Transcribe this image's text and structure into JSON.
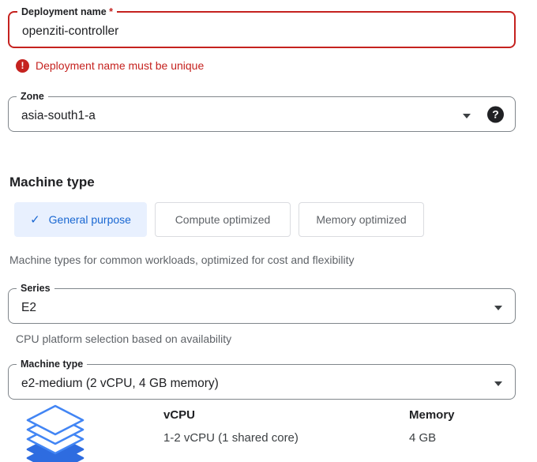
{
  "deployment_field": {
    "label": "Deployment name",
    "required_marker": "*",
    "value": "openziti-controller",
    "error_glyph": "!",
    "error_message": "Deployment name must be unique"
  },
  "zone_field": {
    "label": "Zone",
    "value": "asia-south1-a",
    "help_glyph": "?"
  },
  "machine_type_section": {
    "heading": "Machine type",
    "tabs": [
      {
        "label": "General purpose",
        "selected": true,
        "check_glyph": "✓"
      },
      {
        "label": "Compute optimized",
        "selected": false
      },
      {
        "label": "Memory optimized",
        "selected": false
      }
    ],
    "description": "Machine types for common workloads, optimized for cost and flexibility",
    "series_field": {
      "label": "Series",
      "value": "E2"
    },
    "series_helper": "CPU platform selection based on availability",
    "machine_field": {
      "label": "Machine type",
      "value": "e2-medium (2 vCPU, 4 GB memory)"
    },
    "specs": {
      "columns": [
        {
          "header": "vCPU",
          "value": "1-2 vCPU (1 shared core)"
        },
        {
          "header": "Memory",
          "value": "4 GB"
        }
      ]
    }
  },
  "colors": {
    "error_red": "#c5221f",
    "selected_tab_bg": "#e8f0fe",
    "selected_tab_text": "#1967d2",
    "field_border_gray": "#80868b",
    "secondary_text_gray": "#5f6368",
    "layers_icon_stroke": "#4285f4",
    "layers_icon_fill": "#2e6ce0"
  }
}
